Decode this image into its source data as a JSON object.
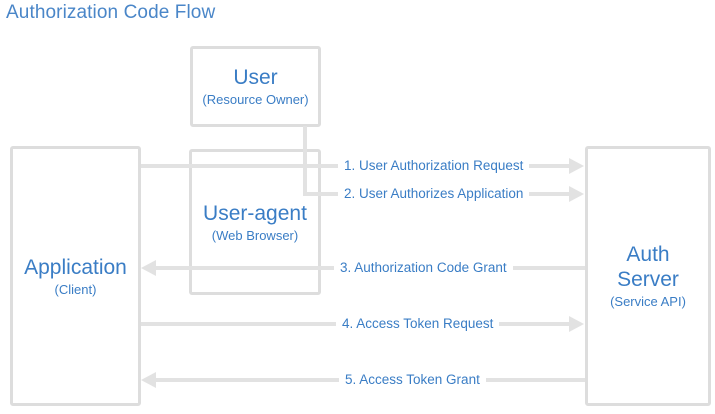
{
  "diagram": {
    "title": "Authorization Code Flow",
    "accent_color": "#3a7dc5",
    "line_color": "#e2e2e2",
    "border_color": "#dddddd"
  },
  "nodes": {
    "user": {
      "title": "User",
      "subtitle": "(Resource Owner)"
    },
    "user_agent": {
      "title": "User-agent",
      "subtitle": "(Web Browser)"
    },
    "application": {
      "title": "Application",
      "subtitle": "(Client)"
    },
    "auth_server": {
      "title": "Auth\nServer",
      "subtitle": "(Service API)"
    }
  },
  "flows": [
    {
      "number": "1.",
      "label": "1.  User Authorization Request",
      "direction": "right"
    },
    {
      "number": "2.",
      "label": "2. User Authorizes Application",
      "direction": "right"
    },
    {
      "number": "3.",
      "label": "3. Authorization Code Grant",
      "direction": "left"
    },
    {
      "number": "4.",
      "label": "4. Access Token Request",
      "direction": "right"
    },
    {
      "number": "5.",
      "label": "5. Access Token Grant",
      "direction": "left"
    }
  ]
}
